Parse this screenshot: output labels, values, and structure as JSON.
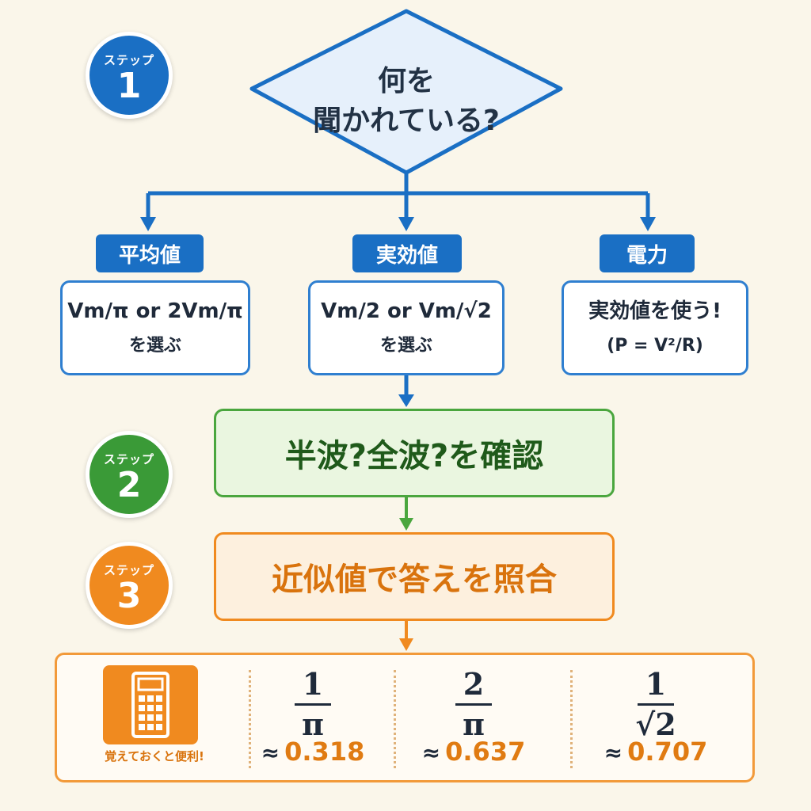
{
  "steps": [
    {
      "label": "ステップ",
      "number": "1"
    },
    {
      "label": "ステップ",
      "number": "2"
    },
    {
      "label": "ステップ",
      "number": "3"
    }
  ],
  "question": {
    "line1": "何を",
    "line2": "聞かれている?"
  },
  "categories": [
    {
      "label": "平均値",
      "formula": "Vm/π or 2Vm/π",
      "note": "を選ぶ"
    },
    {
      "label": "実効値",
      "formula": "Vm/2 or Vm/√2",
      "note": "を選ぶ"
    },
    {
      "label": "電力",
      "formula": "実効値を使う!",
      "note": "(P = V²/R)"
    }
  ],
  "step2": "半波?全波?を確認",
  "step3": "近似値で答えを照合",
  "reference": {
    "note": "覚えておくと便利!",
    "items": [
      {
        "numerator": "1",
        "denominator": "π",
        "approx_symbol": "≈",
        "value": "0.318"
      },
      {
        "numerator": "2",
        "denominator": "π",
        "approx_symbol": "≈",
        "value": "0.637"
      },
      {
        "numerator": "1",
        "denominator": "√2",
        "approx_symbol": "≈",
        "value": "0.707"
      }
    ]
  },
  "colors": {
    "blue": "#1a6fc4",
    "green": "#3a9a37",
    "orange": "#f08a1f",
    "background": "#faf6ea"
  },
  "icons": {
    "reference": "calculator-icon"
  }
}
